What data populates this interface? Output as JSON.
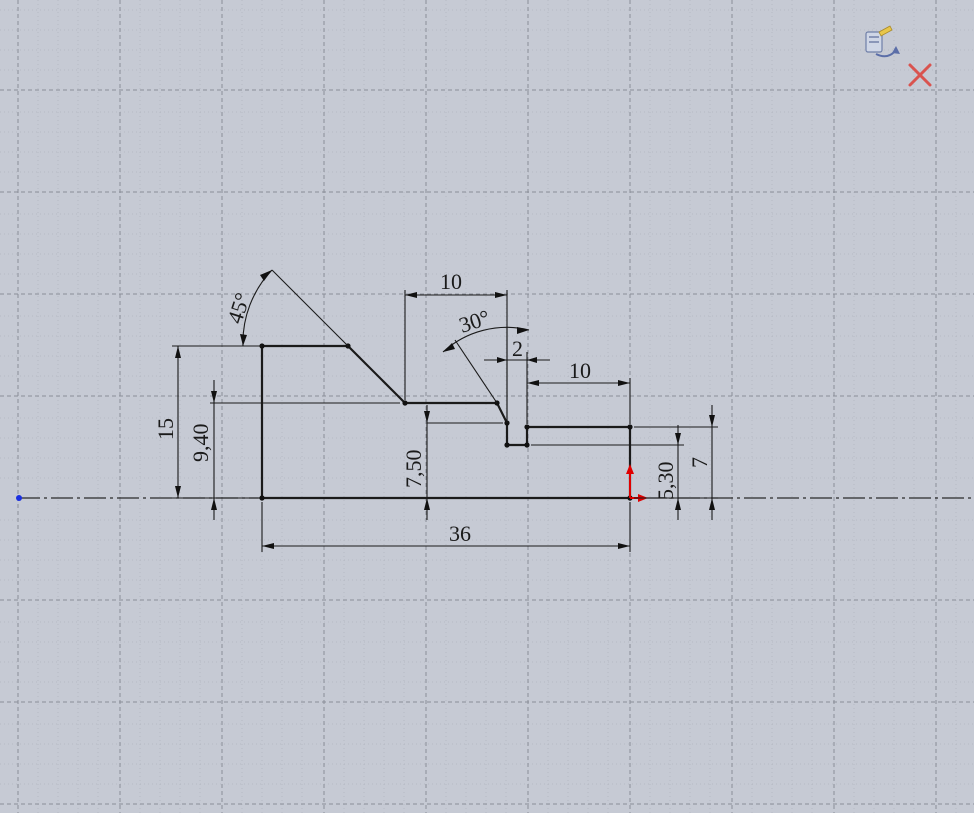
{
  "sketch": {
    "dimensions": {
      "overall_width": "36",
      "total_height": "15",
      "step_height": "9,40",
      "center_height": "7,50",
      "top_width": "10",
      "slot_width": "2",
      "right_step_width": "10",
      "right_height": "7",
      "right_low_height": "5,30",
      "left_angle": "45°",
      "right_angle": "30°"
    }
  },
  "confirm_corner": {
    "confirm_icon": "rebuild-confirm-icon",
    "cancel_icon": "cancel-x-icon",
    "cancel_color": "#d9534f"
  },
  "colors": {
    "background": "#c6cad4",
    "origin_x_axis": "#e00000",
    "origin_y_axis": "#e00000",
    "origin_point": "#1a2fe0"
  }
}
